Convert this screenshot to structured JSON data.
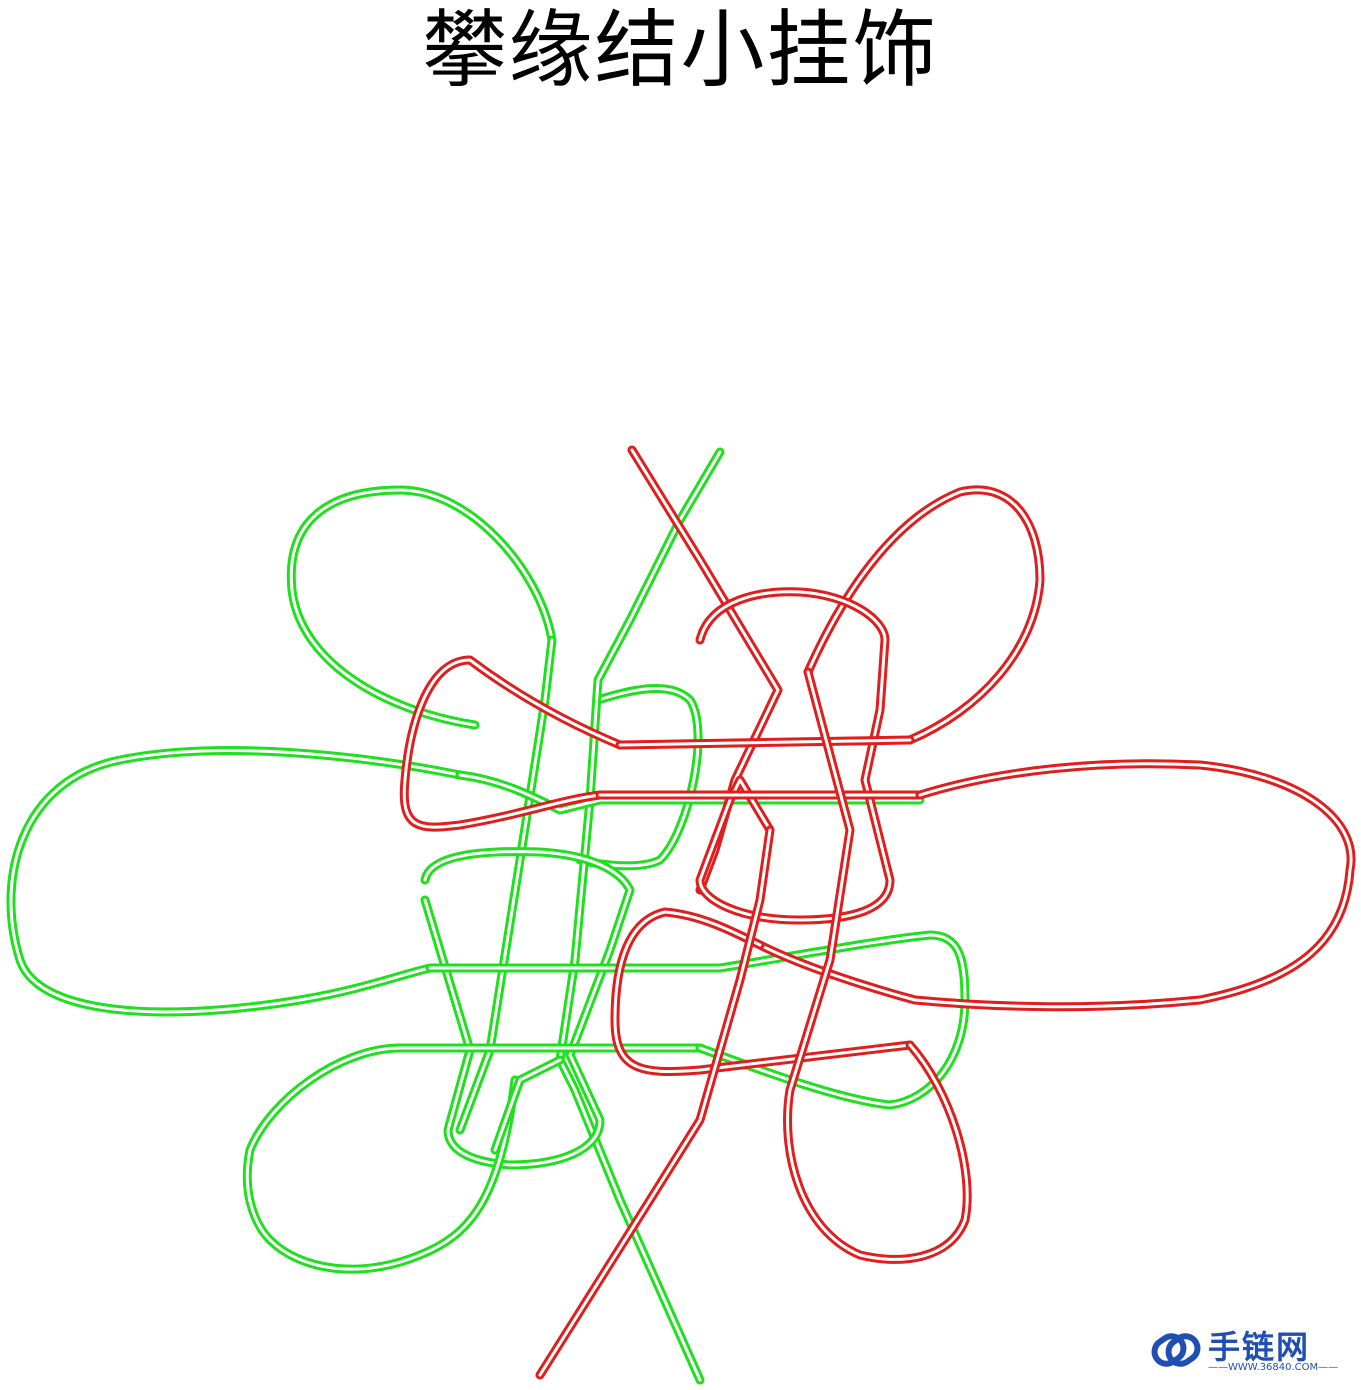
{
  "title": "攀缘结小挂饰",
  "colors": {
    "green_cord": "#1ee01e",
    "red_cord": "#e01e1e",
    "watermark_blue": "#1f4fb5"
  },
  "watermark": {
    "name": "手链网",
    "url": "——WWW.36840.COM——"
  }
}
